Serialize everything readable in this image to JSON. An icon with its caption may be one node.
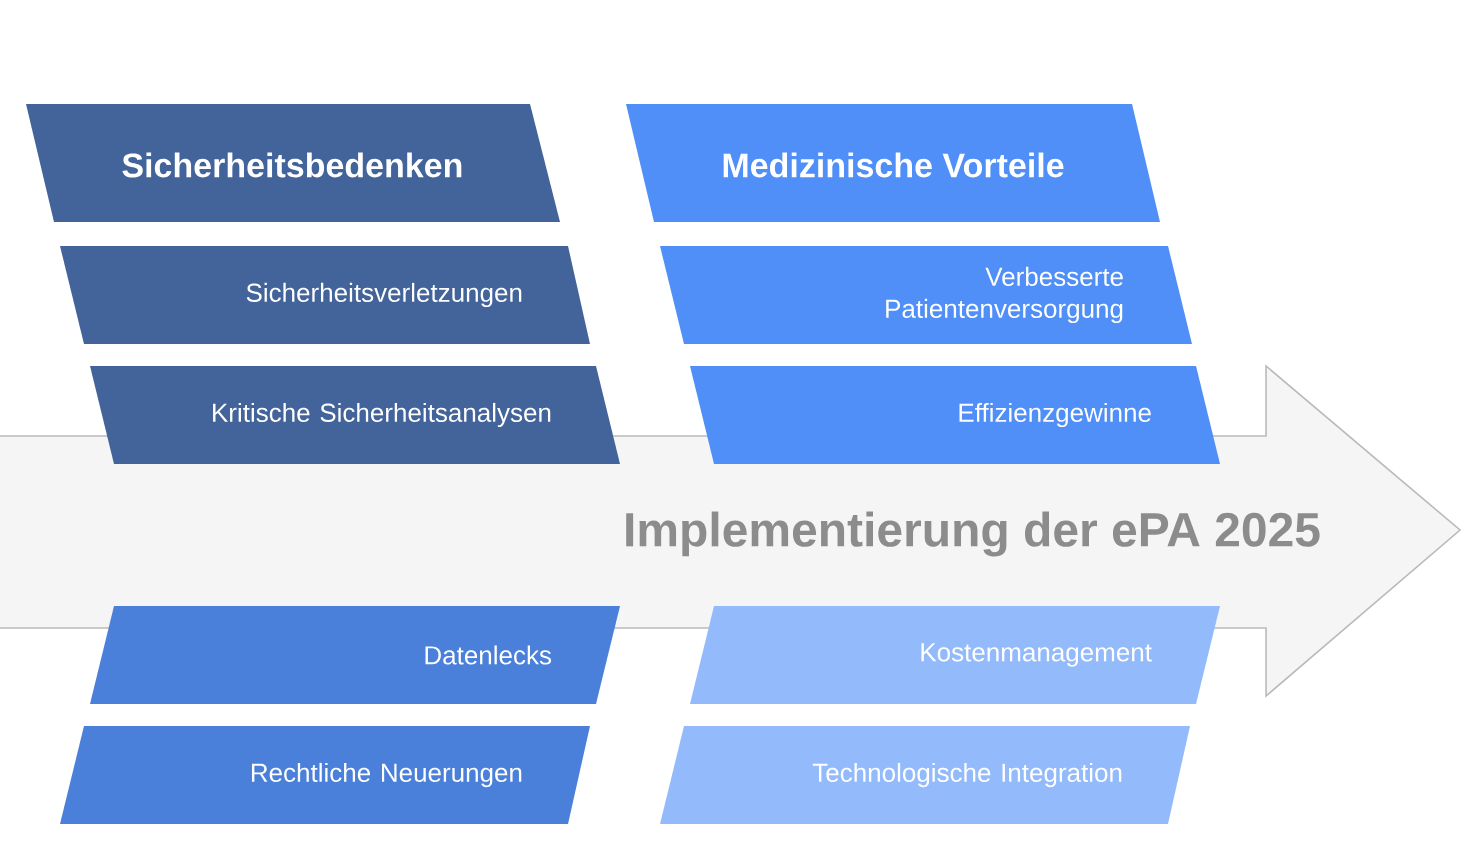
{
  "diagram": {
    "nodes": [
      {
        "text": [
          "Implementierung der ePA 2025"
        ]
      },
      {
        "text": [
          "Sicherheitsbedenken"
        ]
      },
      {
        "text": [
          "Sicherheitsverletzungen"
        ]
      },
      {
        "text": [
          "Kritische Sicherheitsanalysen"
        ]
      },
      {
        "text": [
          "Datenlecks"
        ]
      },
      {
        "text": [
          "Rechtliche Neuerungen"
        ]
      },
      {
        "text": [
          "Medizinische Vorteile"
        ]
      },
      {
        "text": [
          "Verbesserte Patientenversorgung"
        ]
      },
      {
        "text": [
          "Effizienzgewinne"
        ]
      },
      {
        "text": [
          "Kostenmanagement"
        ]
      },
      {
        "text": [
          "Technologische Integration"
        ]
      }
    ]
  }
}
